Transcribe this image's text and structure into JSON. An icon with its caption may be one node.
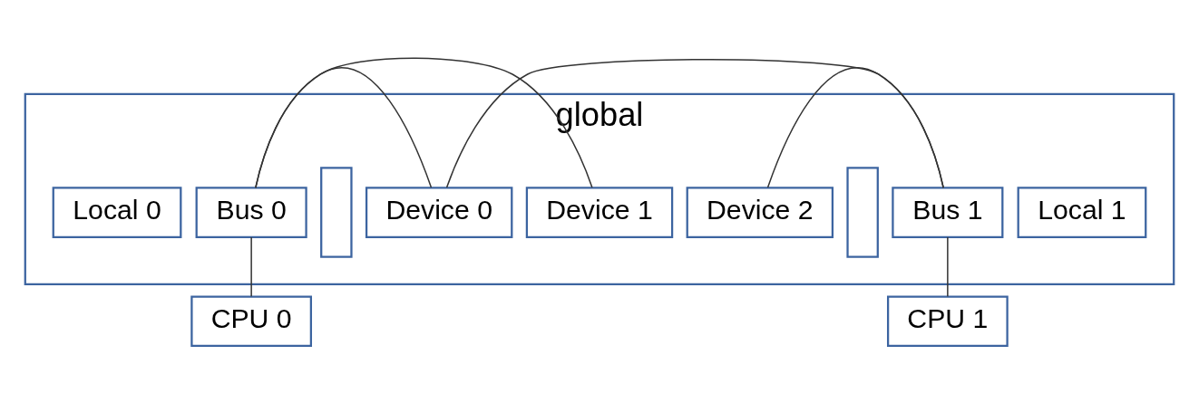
{
  "diagram": {
    "nodes": [
      {
        "text": [
          "global"
        ]
      },
      {
        "text": [
          "Local 0"
        ],
        "in": 0
      },
      {
        "text": [
          "Bus 0"
        ],
        "in": 0
      },
      {
        "text": [],
        "shape": "box",
        "in": 0
      },
      {
        "text": [
          "Device 0"
        ],
        "in": 0
      },
      {
        "text": [
          "Device 1"
        ],
        "in": 0
      },
      {
        "text": [
          "Device 2"
        ],
        "in": 0
      },
      {
        "text": [],
        "shape": "box",
        "in": 0
      },
      {
        "text": [
          "Bus 1"
        ],
        "in": 0
      },
      {
        "text": [
          "Local 1"
        ],
        "in": 0
      },
      {
        "text": [
          "CPU 0"
        ]
      },
      {
        "text": [
          "CPU 1"
        ]
      }
    ],
    "edges": [
      {
        "from": 2,
        "to": 4,
        "arrow": "none"
      },
      {
        "from": 2,
        "to": 5,
        "arrow": "none"
      },
      {
        "from": 4,
        "to": 8,
        "arrow": "none"
      },
      {
        "from": 6,
        "to": 8,
        "arrow": "none"
      },
      {
        "from": 2,
        "to": 10,
        "arrow": "none"
      },
      {
        "from": 8,
        "to": 11,
        "arrow": "none"
      }
    ]
  }
}
